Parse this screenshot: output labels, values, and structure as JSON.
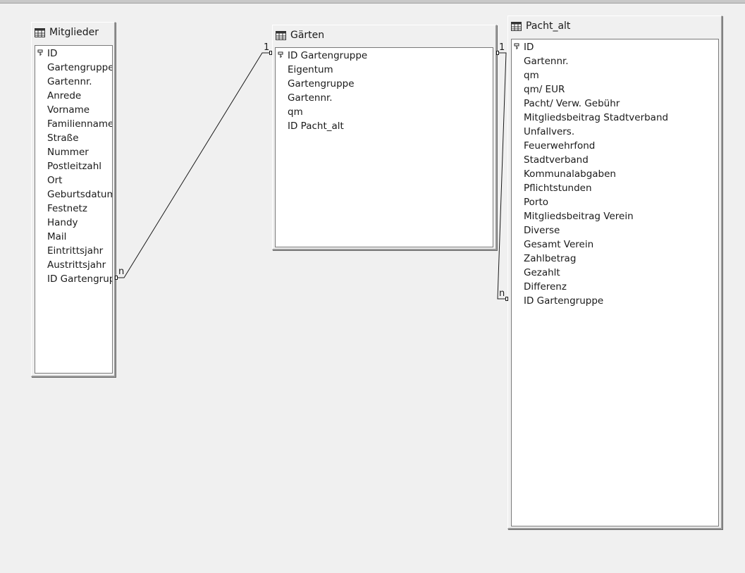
{
  "tables": [
    {
      "id": "mitglieder",
      "title": "Mitglieder",
      "fields": [
        "ID",
        "Gartengruppe",
        "Gartennr.",
        "Anrede",
        "Vorname",
        "Familienname",
        "Straße",
        "Nummer",
        "Postleitzahl",
        "Ort",
        "Geburtsdatum",
        "Festnetz",
        "Handy",
        "Mail",
        "Eintrittsjahr",
        "Austrittsjahr",
        "ID Gartengruppe"
      ],
      "primary_key": "ID"
    },
    {
      "id": "gaerten",
      "title": "Gärten",
      "fields": [
        "ID Gartengruppe",
        "Eigentum",
        "Gartengruppe",
        "Gartennr.",
        "qm",
        "ID Pacht_alt"
      ],
      "primary_key": "ID Gartengruppe"
    },
    {
      "id": "pacht_alt",
      "title": "Pacht_alt",
      "fields": [
        "ID",
        "Gartennr.",
        "qm",
        "qm/ EUR",
        "Pacht/ Verw. Gebühr",
        "Mitgliedsbeitrag Stadtverband",
        "Unfallvers.",
        "Feuerwehrfond",
        "Stadtverband",
        "Kommunalabgaben",
        "Pflichtstunden",
        "Porto",
        "Mitgliedsbeitrag Verein",
        "Diverse",
        "Gesamt Verein",
        "Zahlbetrag",
        "Gezahlt",
        "Differenz",
        "ID Gartengruppe"
      ],
      "primary_key": "ID"
    }
  ],
  "relations": [
    {
      "from_table": "Gärten",
      "from_field": "ID Gartengruppe",
      "from_card": "1",
      "to_table": "Mitglieder",
      "to_field": "ID Gartengruppe",
      "to_card": "n"
    },
    {
      "from_table": "Gärten",
      "from_field": "ID Gartengruppe",
      "from_card": "1",
      "to_table": "Pacht_alt",
      "to_field": "ID Gartengruppe",
      "to_card": "n"
    }
  ],
  "icons": {
    "table": "table-icon",
    "key": "primary-key-icon"
  }
}
